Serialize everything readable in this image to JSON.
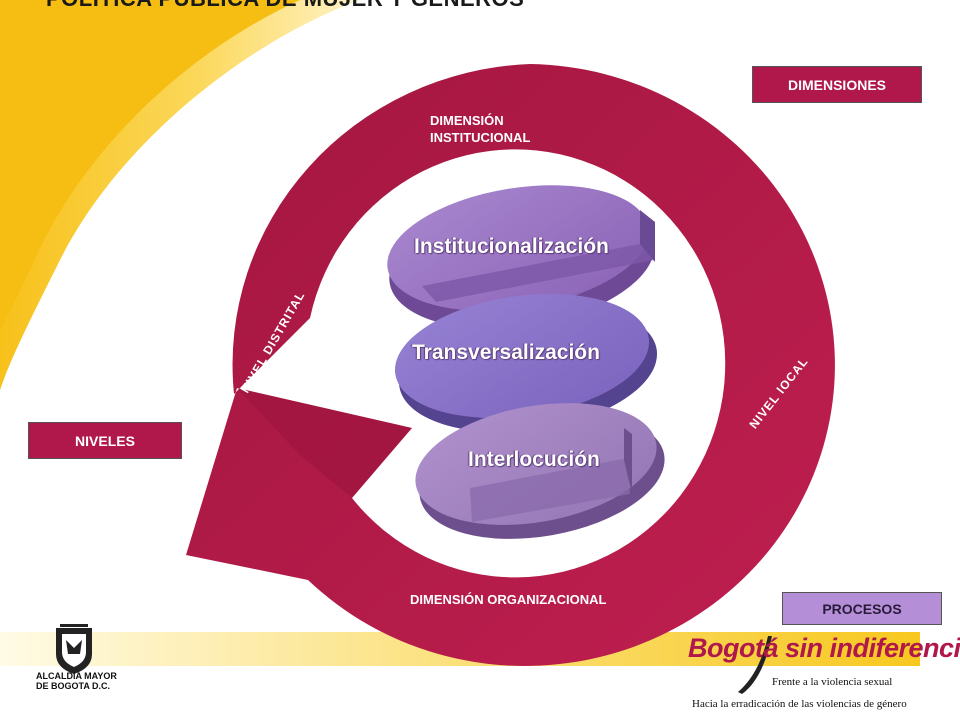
{
  "title": "POLITICA PUBLICA DE MUJER Y GÉNEROS",
  "tags": {
    "dimensiones": "DIMENSIONES",
    "niveles": "NIVELES",
    "procesos": "PROCESOS"
  },
  "dimensions": {
    "institucional_line1": "DIMENSIÓN",
    "institucional_line2": "INSTITUCIONAL",
    "organizacional": "DIMENSIÓN ORGANIZACIONAL"
  },
  "levels": {
    "distrital": "NIVEL DISTRITAL",
    "local": "NIVEL lOCAL"
  },
  "processes": [
    "Institucionalización",
    "Transversalización",
    "Interlocución"
  ],
  "footer": {
    "logo_line1": "ALCALDIA MAYOR",
    "logo_line2": "DE BOGOTA D.C.",
    "brand": "Bogotá sin indiferencia",
    "subtitle1": "Frente a la violencia sexual",
    "subtitle2": "Hacia la erradicación de las violencias de género"
  },
  "colors": {
    "arrow": "#b0174a",
    "yellow": "#f9c51b",
    "disc_purple": "#9b72c4",
    "procesos_tag": "#b48fd8"
  }
}
